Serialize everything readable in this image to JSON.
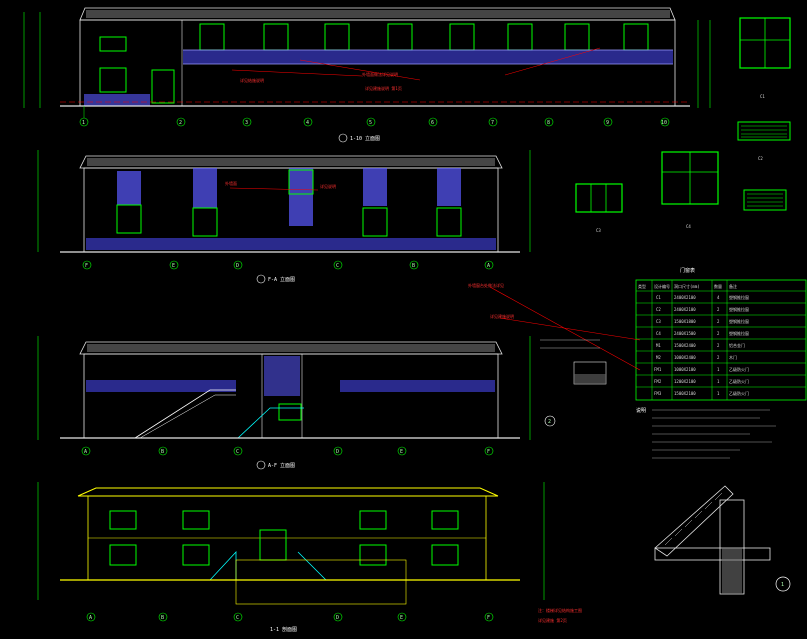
{
  "drawing": {
    "elevations": {
      "front": {
        "axis_labels": [
          "1",
          "2",
          "3",
          "4",
          "5",
          "6",
          "7",
          "8",
          "9",
          "10"
        ],
        "title": "1-10 立面图"
      },
      "side_a": {
        "axis_labels": [
          "F",
          "E",
          "D",
          "C",
          "B",
          "A"
        ],
        "title": "F-A 立面图"
      },
      "side_b": {
        "axis_labels": [
          "A",
          "B",
          "C",
          "D",
          "E",
          "F"
        ],
        "title": "A-F 立面图"
      },
      "section": {
        "axis_labels": [
          "A",
          "B",
          "C",
          "D",
          "E",
          "F"
        ],
        "title": "1-1 剖面图"
      }
    },
    "detail_markers": {
      "detail_2": "2",
      "detail_1": "1"
    },
    "window_labels": [
      "C1",
      "C2",
      "C3",
      "C4"
    ],
    "door_window_table": {
      "title": "门窗表",
      "header": [
        "类型",
        "设计编号",
        "洞口尺寸(mm)",
        "数量",
        "备注"
      ],
      "rows": [
        [
          "",
          "C1",
          "2400X2100",
          "4",
          "塑钢推拉窗"
        ],
        [
          "",
          "C2",
          "2400X2100",
          "2",
          "塑钢推拉窗"
        ],
        [
          "",
          "C3",
          "1500X1800",
          "2",
          "塑钢推拉窗"
        ],
        [
          "",
          "C4",
          "2400X1500",
          "2",
          "塑钢推拉窗"
        ],
        [
          "",
          "M1",
          "1500X2400",
          "2",
          "铝合金门"
        ],
        [
          "",
          "M2",
          "1000X2400",
          "2",
          "木门"
        ],
        [
          "",
          "FM1",
          "1000X2100",
          "1",
          "乙级防火门"
        ],
        [
          "",
          "FM2",
          "1200X2100",
          "1",
          "乙级防火门"
        ],
        [
          "",
          "FM3",
          "1500X2100",
          "1",
          "乙级防火门"
        ]
      ]
    },
    "notes_title": "说明",
    "colors": {
      "background": "#000000",
      "line_white": "#e6e6e6",
      "window_green": "#00ff00",
      "rail_blue": "#6f6fff",
      "stair_cyan": "#00ffff",
      "dim_red": "#ff0000",
      "text_yellow": "#ffff00"
    }
  }
}
